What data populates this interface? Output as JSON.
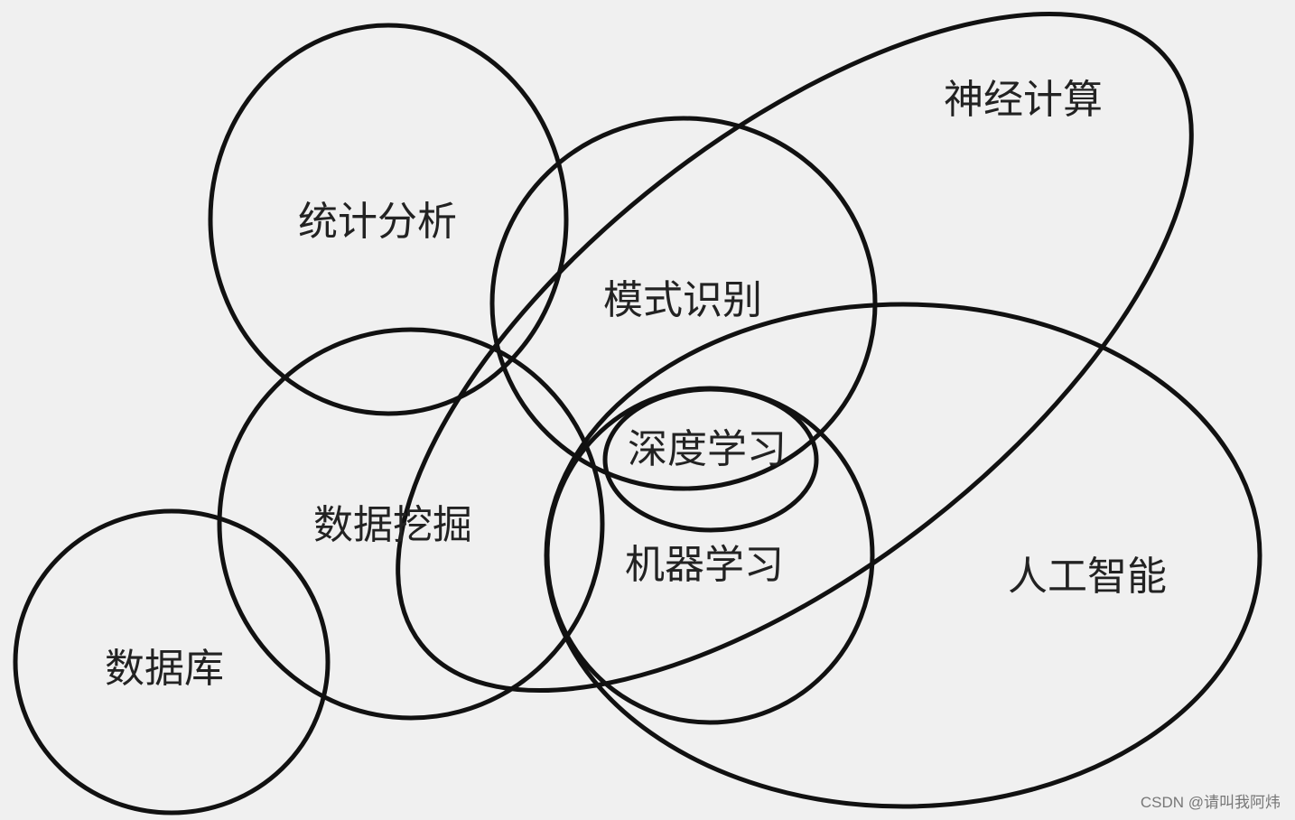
{
  "diagram": {
    "labels": {
      "statistics": "统计分析",
      "neural_computing": "神经计算",
      "pattern_recognition": "模式识别",
      "deep_learning": "深度学习",
      "data_mining": "数据挖掘",
      "machine_learning": "机器学习",
      "artificial_intelligence": "人工智能",
      "database": "数据库"
    },
    "watermark": "CSDN @请叫我阿炜"
  }
}
